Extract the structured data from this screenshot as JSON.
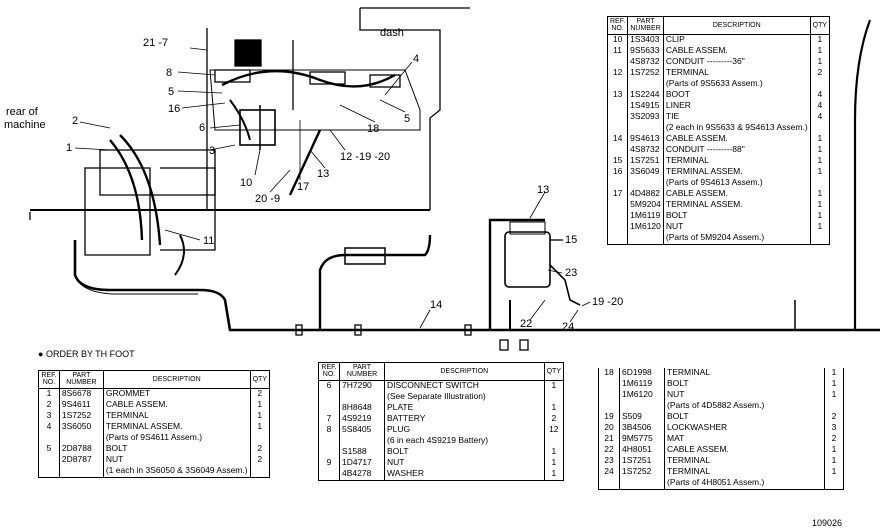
{
  "figure_labels": {
    "dash": "dash",
    "rear_of": "rear of",
    "machine": "machine",
    "order_note": "ORDER BY TH FOOT",
    "figure_number": "109026"
  },
  "callouts": {
    "c21_7": "21 -7",
    "c8": "8",
    "c5a": "5",
    "c16": "16",
    "c2": "2",
    "c1": "1",
    "c6": "6",
    "c3": "3",
    "c10": "10",
    "c20_9": "20 -9",
    "c17": "17",
    "c13a": "13",
    "c12_19_20": "12 -19 -20",
    "c18": "18",
    "c4": "4",
    "c5b": "5",
    "c11": "11",
    "c14": "14",
    "c13b": "13",
    "c15": "15",
    "c23": "23",
    "c22": "22",
    "c24": "24",
    "c19_20": "19 -20"
  },
  "headers": {
    "ref": [
      "REF.",
      "NO."
    ],
    "part": [
      "PART",
      "NUMBER"
    ],
    "description": "DESCRIPTION",
    "qty": "QTY"
  },
  "table_top_right": [
    {
      "ref": "10",
      "pn": "1S3403",
      "desc": "CLIP",
      "qty": "1"
    },
    {
      "ref": "11",
      "pn": "9S5633",
      "desc": "CABLE ASSEM.",
      "qty": "1"
    },
    {
      "ref": "",
      "pn": "4S8732",
      "desc": "CONDUIT ---------36\"",
      "qty": "1"
    },
    {
      "ref": "12",
      "pn": "1S7252",
      "desc": "TERMINAL",
      "qty": "2"
    },
    {
      "ref": "",
      "pn": "",
      "desc": "(Parts of 9S5633 Assem.)",
      "qty": ""
    },
    {
      "ref": "13",
      "pn": "1S2244",
      "desc": "BOOT",
      "qty": "4"
    },
    {
      "ref": "",
      "pn": "1S4915",
      "desc": "LINER",
      "qty": "4"
    },
    {
      "ref": "",
      "pn": "3S2093",
      "desc": "TIE",
      "qty": "4"
    },
    {
      "ref": "",
      "pn": "",
      "desc": "(2 each in 9S5633 & 9S4613 Assem.)",
      "qty": ""
    },
    {
      "ref": "14",
      "pn": "9S4613",
      "desc": "CABLE ASSEM.",
      "qty": "1"
    },
    {
      "ref": "",
      "pn": "4S8732",
      "desc": "CONDUIT ---------88\"",
      "qty": "1"
    },
    {
      "ref": "15",
      "pn": "1S7251",
      "desc": "TERMINAL",
      "qty": "1"
    },
    {
      "ref": "16",
      "pn": "3S6049",
      "desc": "TERMINAL ASSEM.",
      "qty": "1"
    },
    {
      "ref": "",
      "pn": "",
      "desc": "(Parts of 9S4613 Assem.)",
      "qty": ""
    },
    {
      "ref": "17",
      "pn": "4D4882",
      "desc": "CABLE ASSEM.",
      "qty": "1"
    },
    {
      "ref": "",
      "pn": "5M9204",
      "desc": "TERMINAL ASSEM.",
      "qty": "1"
    },
    {
      "ref": "",
      "pn": "1M6119",
      "desc": "BOLT",
      "qty": "1"
    },
    {
      "ref": "",
      "pn": "1M6120",
      "desc": "NUT",
      "qty": "1"
    },
    {
      "ref": "",
      "pn": "",
      "desc": "(Parts of 5M9204 Assem.)",
      "qty": ""
    }
  ],
  "table_bottom_left": [
    {
      "ref": "1",
      "pn": "8S6678",
      "desc": "GROMMET",
      "qty": "2"
    },
    {
      "ref": "2",
      "pn": "9S4611",
      "desc": "CABLE ASSEM.",
      "qty": "1"
    },
    {
      "ref": "3",
      "pn": "1S7252",
      "desc": "TERMINAL",
      "qty": "1"
    },
    {
      "ref": "4",
      "pn": "3S6050",
      "desc": "TERMINAL ASSEM.",
      "qty": "1"
    },
    {
      "ref": "",
      "pn": "",
      "desc": "(Parts of 9S4611 Assem.)",
      "qty": ""
    },
    {
      "ref": "5",
      "pn": "2D8788",
      "desc": "BOLT",
      "qty": "2"
    },
    {
      "ref": "",
      "pn": "2D8787",
      "desc": "NUT",
      "qty": "2"
    },
    {
      "ref": "",
      "pn": "",
      "desc": "(1 each in 3S6050 & 3S6049 Assem.)",
      "qty": ""
    }
  ],
  "table_bottom_mid": [
    {
      "ref": "6",
      "pn": "7H7290",
      "desc": "DISCONNECT SWITCH",
      "qty": "1"
    },
    {
      "ref": "",
      "pn": "",
      "desc": "(See Separate Illustration)",
      "qty": ""
    },
    {
      "ref": "",
      "pn": "8H8648",
      "desc": "PLATE",
      "qty": "1"
    },
    {
      "ref": "7",
      "pn": "4S9219",
      "desc": "BATTERY",
      "qty": "2"
    },
    {
      "ref": "8",
      "pn": "5S8405",
      "desc": "PLUG",
      "qty": "12"
    },
    {
      "ref": "",
      "pn": "",
      "desc": "(6 in each 4S9219 Battery)",
      "qty": ""
    },
    {
      "ref": "",
      "pn": "S1588",
      "desc": "BOLT",
      "qty": "1"
    },
    {
      "ref": "9",
      "pn": "1D4717",
      "desc": "NUT",
      "qty": "1"
    },
    {
      "ref": "",
      "pn": "4B4278",
      "desc": "WASHER",
      "qty": "1"
    }
  ],
  "table_bottom_right": [
    {
      "ref": "18",
      "pn": "6D1998",
      "desc": "TERMINAL",
      "qty": "1"
    },
    {
      "ref": "",
      "pn": "1M6119",
      "desc": "BOLT",
      "qty": "1"
    },
    {
      "ref": "",
      "pn": "1M6120",
      "desc": "NUT",
      "qty": "1"
    },
    {
      "ref": "",
      "pn": "",
      "desc": "(Parts of 4D5882 Assem.)",
      "qty": ""
    },
    {
      "ref": "19",
      "pn": "S509",
      "desc": "BOLT",
      "qty": "2"
    },
    {
      "ref": "20",
      "pn": "3B4506",
      "desc": "LOCKWASHER",
      "qty": "3"
    },
    {
      "ref": "21",
      "pn": "9M5775",
      "desc": "MAT",
      "qty": "2"
    },
    {
      "ref": "22",
      "pn": "4H8051",
      "desc": "CABLE ASSEM.",
      "qty": "1"
    },
    {
      "ref": "23",
      "pn": "1S7251",
      "desc": "TERMINAL",
      "qty": "1"
    },
    {
      "ref": "24",
      "pn": "1S7252",
      "desc": "TERMINAL",
      "qty": "1"
    },
    {
      "ref": "",
      "pn": "",
      "desc": "(Parts of 4H8051 Assem.)",
      "qty": ""
    }
  ]
}
